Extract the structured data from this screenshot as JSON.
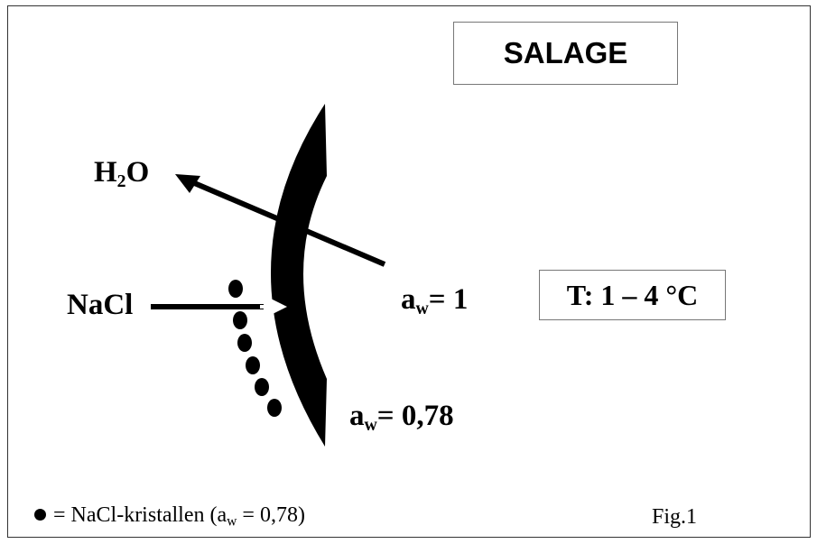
{
  "title": "SALAGE",
  "temperature": "T: 1 – 4 °C",
  "labels": {
    "water": {
      "main": "H",
      "sub": "2",
      "tail": "O"
    },
    "salt": "NaCl",
    "aw_outer": {
      "main": "a",
      "sub": "w",
      "tail": "= 1"
    },
    "aw_inner": {
      "main": "a",
      "sub": "w",
      "tail": "= 0,78"
    }
  },
  "legend": {
    "main": "= NaCl-kristallen (a",
    "sub": "w",
    "tail": " = 0,78)"
  },
  "figure": "Fig.1"
}
